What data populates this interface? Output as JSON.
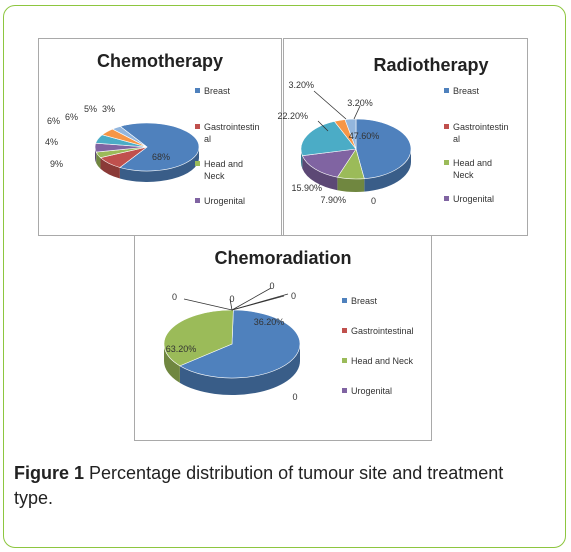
{
  "caption": {
    "label": "Figure 1",
    "text": "Percentage distribution of tumour site and treatment type."
  },
  "colors": {
    "breast": "#4f81bd",
    "gastro": "#c0504d",
    "headneck": "#9bbb59",
    "urogenital": "#8064a2",
    "teal": "#4bacc6",
    "orange": "#f79646",
    "lightblue": "#93b6dd",
    "frame": "#8dc63f"
  },
  "chart_data": [
    {
      "type": "pie",
      "title": "Chemotherapy",
      "legend": [
        "Breast",
        "Gastrointestinal",
        "Head and Neck",
        "Urogenital"
      ],
      "legend_lines": [
        [
          "Breast"
        ],
        [
          "Gastrointestin",
          "al"
        ],
        [
          "Head and",
          "Neck"
        ],
        [
          "Urogenital"
        ]
      ],
      "slices": [
        {
          "label": "68%",
          "value": 68
        },
        {
          "label": "9%",
          "value": 9
        },
        {
          "label": "4%",
          "value": 4
        },
        {
          "label": "6%",
          "value": 6
        },
        {
          "label": "6%",
          "value": 6
        },
        {
          "label": "5%",
          "value": 5
        },
        {
          "label": "3%",
          "value": 3
        }
      ]
    },
    {
      "type": "pie",
      "title": "Radiotherapy",
      "legend": [
        "Breast",
        "Gastrointestinal",
        "Head and Neck",
        "Urogenital"
      ],
      "legend_lines": [
        [
          "Breast"
        ],
        [
          "Gastrointestin",
          "al"
        ],
        [
          "Head and",
          "Neck"
        ],
        [
          "Urogenital"
        ]
      ],
      "slices": [
        {
          "label": "47.60%",
          "value": 47.6
        },
        {
          "label": "0",
          "value": 0
        },
        {
          "label": "7.90%",
          "value": 7.9
        },
        {
          "label": "15.90%",
          "value": 15.9
        },
        {
          "label": "22.20%",
          "value": 22.2
        },
        {
          "label": "3.20%",
          "value": 3.2
        },
        {
          "label": "3.20%",
          "value": 3.2
        }
      ]
    },
    {
      "type": "pie",
      "title": "Chemoradiation",
      "legend": [
        "Breast",
        "Gastrointestinal",
        "Head and Neck",
        "Urogenital"
      ],
      "legend_lines": [
        [
          "Breast"
        ],
        [
          "Gastrointestinal"
        ],
        [
          "Head and Neck"
        ],
        [
          "Urogenital"
        ]
      ],
      "slices": [
        {
          "label": "63.20%",
          "value": 63.2
        },
        {
          "label": "36.20%",
          "value": 36.2
        },
        {
          "label": "0",
          "value": 0
        },
        {
          "label": "0",
          "value": 0
        },
        {
          "label": "0",
          "value": 0
        },
        {
          "label": "0",
          "value": 0
        },
        {
          "label": "0",
          "value": 0
        }
      ]
    }
  ]
}
